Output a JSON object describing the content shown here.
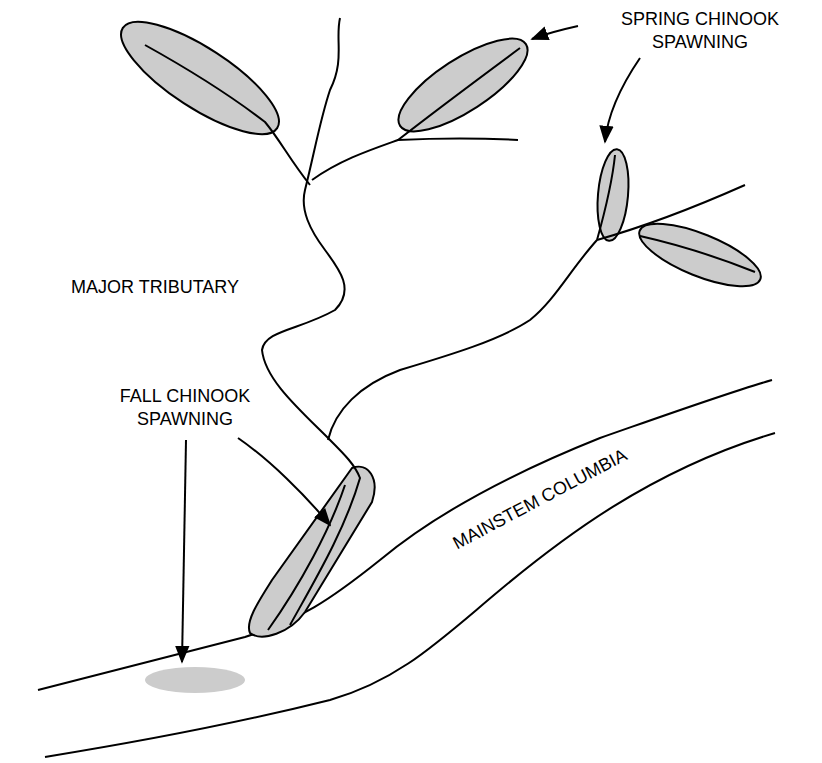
{
  "diagram": {
    "labels": [
      "SPRING CHINOOK SPAWNING",
      "MAJOR TRIBUTARY",
      "MAINSTEM COLUMBIA",
      "FALL CHINOOK SPAWNING"
    ]
  }
}
